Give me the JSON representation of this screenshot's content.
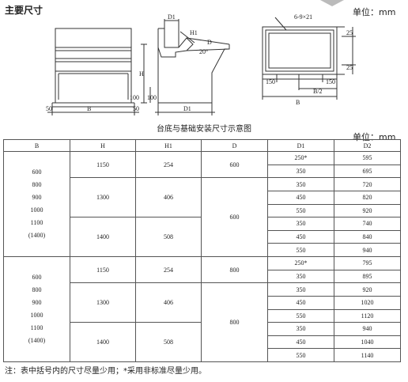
{
  "page": {
    "title": "主要尺寸",
    "unit": "单位：mm",
    "caption": "台底与基础安装尺寸示意图",
    "note": "注：表中括号内的尺寸尽量少用；*采用非标准尽量少用。"
  },
  "diagram": {
    "labels": {
      "B": "B",
      "H": "H",
      "H1": "H1",
      "D": "D",
      "D1": "D1",
      "dim_50_left": "50",
      "dim_50_right": "50",
      "dim_100": "100",
      "dim_100b": "100",
      "angle": "20°",
      "holes": "6-9×21",
      "dim_150_left": "150",
      "dim_150_right": "150",
      "dim_25_top": "25",
      "dim_25_bottom": "25",
      "half_B": "B/2"
    }
  },
  "table": {
    "headers": [
      "B",
      "H",
      "H1",
      "D",
      "D1",
      "D2"
    ],
    "groups": [
      {
        "b_values": [
          "600",
          "800",
          "900",
          "1000",
          "1100",
          "(1400)"
        ],
        "subgroups": [
          {
            "H": "1150",
            "H1": "254",
            "D": "600",
            "rows": [
              [
                "250*",
                "595"
              ],
              [
                "350",
                "695"
              ]
            ]
          },
          {
            "H": "1300",
            "H1": "406",
            "D": "600",
            "rows": [
              [
                "350",
                "720"
              ],
              [
                "450",
                "820"
              ],
              [
                "550",
                "920"
              ]
            ]
          },
          {
            "H": "1400",
            "H1": "508",
            "D": "600",
            "rows": [
              [
                "350",
                "740"
              ],
              [
                "450",
                "840"
              ],
              [
                "550",
                "940"
              ]
            ]
          }
        ]
      },
      {
        "b_values": [
          "600",
          "800",
          "900",
          "1000",
          "1100",
          "(1400)"
        ],
        "subgroups": [
          {
            "H": "1150",
            "H1": "254",
            "D": "800",
            "rows": [
              [
                "250*",
                "795"
              ],
              [
                "350",
                "895"
              ]
            ]
          },
          {
            "H": "1300",
            "H1": "406",
            "D": "800",
            "rows": [
              [
                "350",
                "920"
              ],
              [
                "450",
                "1020"
              ],
              [
                "550",
                "1120"
              ]
            ]
          },
          {
            "H": "1400",
            "H1": "508",
            "D": "800",
            "rows": [
              [
                "350",
                "940"
              ],
              [
                "450",
                "1040"
              ],
              [
                "550",
                "1140"
              ]
            ]
          }
        ]
      }
    ]
  }
}
